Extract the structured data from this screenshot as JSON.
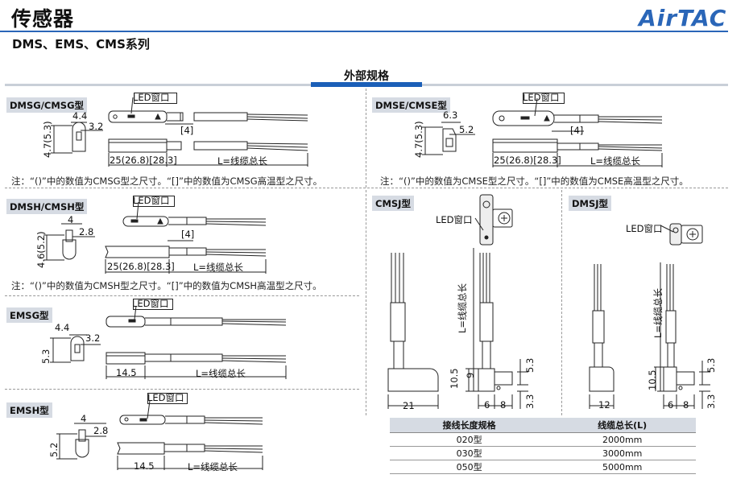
{
  "header": {
    "title": "传感器",
    "subtitle": "DMS、EMS、CMS系列",
    "logo": "AirTAC",
    "section_title": "外部规格"
  },
  "colors": {
    "brand": "#2a66b8",
    "label_bg": "#d6dbe3"
  },
  "panels": {
    "dmsg": {
      "label": "DMSG/CMSG型",
      "led": "LED窗口",
      "dim_width": "4.4",
      "dim_offset": "3.2",
      "dim_height": "4.7(5.3)",
      "dim_bracket": "[4]",
      "dim_body": "25(26.8)[28.3]",
      "dim_cable": "L=线缆总长",
      "note": "注：“()”中的数值为CMSG型之尺寸。“[]”中的数值为CMSG高温型之尺寸。"
    },
    "dmse": {
      "label": "DMSE/CMSE型",
      "led": "LED窗口",
      "dim_width": "6.3",
      "dim_offset": "5.2",
      "dim_height": "4.7(5.3)",
      "dim_bracket": "[4]",
      "dim_body": "25(26.8)[28.3]",
      "dim_cable": "L=线缆总长",
      "note": "注：“()”中的数值为CMSE型之尺寸。“[]”中的数值为CMSE高温型之尺寸。"
    },
    "dmsh": {
      "label": "DMSH/CMSH型",
      "led": "LED窗口",
      "dim_width": "4",
      "dim_offset": "2.8",
      "dim_height": "4.6(5.2)",
      "dim_bracket": "[4]",
      "dim_body": "25(26.8)[28.3]",
      "dim_cable": "L=线缆总长",
      "note": "注：“()”中的数值为CMSH型之尺寸。“[]”中的数值为CMSH高温型之尺寸。"
    },
    "emsg": {
      "label": "EMSG型",
      "led": "LED窗口",
      "dim_width": "4.4",
      "dim_offset": "3.2",
      "dim_height": "5.3",
      "dim_body": "14.5",
      "dim_cable": "L=线缆总长"
    },
    "emsh": {
      "label": "EMSH型",
      "led": "LED窗口",
      "dim_width": "4",
      "dim_offset": "2.8",
      "dim_height": "5.2",
      "dim_body": "14.5",
      "dim_cable": "L=线缆总长"
    },
    "cmsj": {
      "label": "CMSJ型",
      "led": "LED窗口",
      "dim_cable": "L=线缆总长",
      "dim_base": "21",
      "dim_h1": "10.5",
      "dim_h2": "9",
      "dim_h3": "5.3",
      "dim_h4": "3.3",
      "dim_w1": "6",
      "dim_w2": "8"
    },
    "dmsj": {
      "label": "DMSJ型",
      "led": "LED窗口",
      "dim_cable": "L=线缆总长",
      "dim_base": "12",
      "dim_h1": "10.5",
      "dim_h3": "5.3",
      "dim_h4": "3.3",
      "dim_w1": "6",
      "dim_w2": "8"
    }
  },
  "spec_table": {
    "headers": [
      "接线长度规格",
      "线缆总长(L)"
    ],
    "rows": [
      [
        "020型",
        "2000mm"
      ],
      [
        "030型",
        "3000mm"
      ],
      [
        "050型",
        "5000mm"
      ]
    ]
  }
}
